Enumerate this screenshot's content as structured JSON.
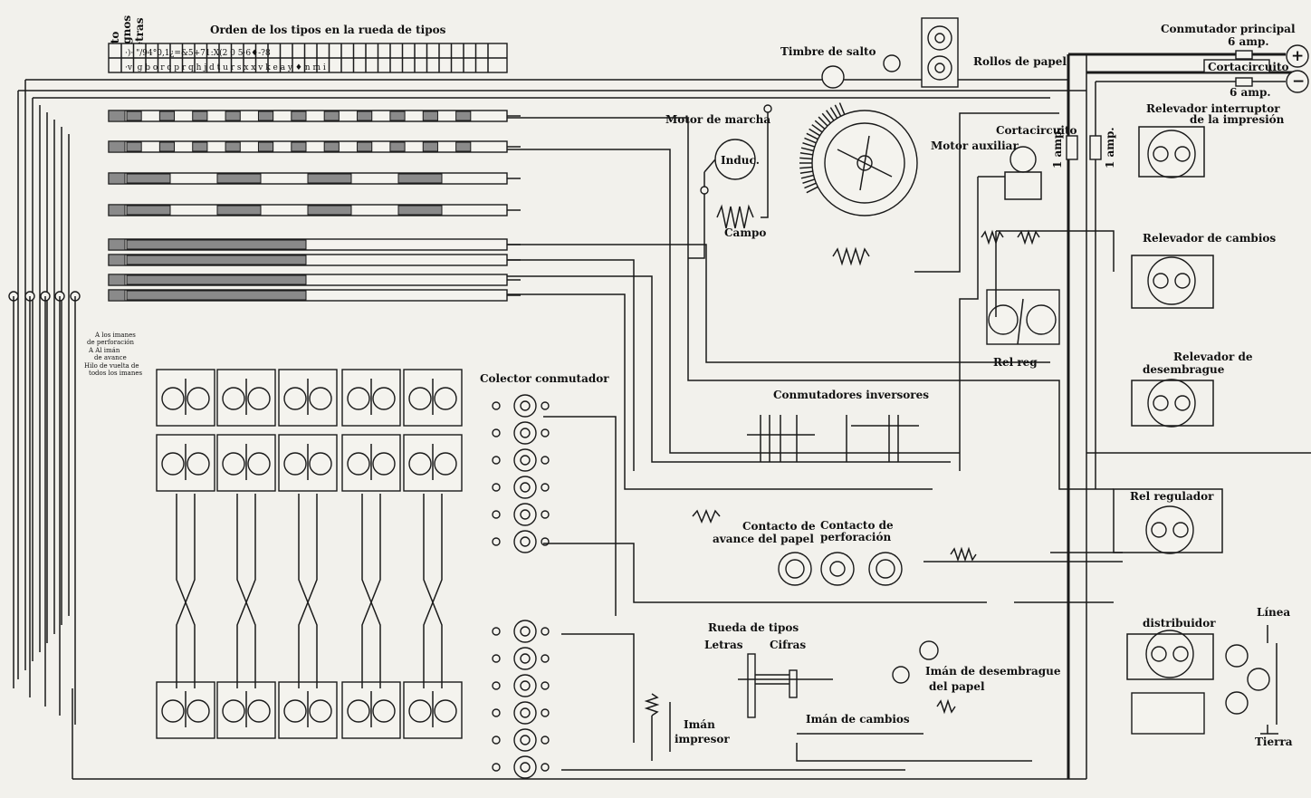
{
  "header": {
    "alto": "Alto",
    "signos": "Signos",
    "letras": "Letras",
    "title": "Orden de los tipos en la rueda de tipos",
    "row_signs": "·)· \"/94°0,1¿=&5+71:X(2 0 5·6♦-?8",
    "row_letters": "·v· g b o r c p r q h j d t u r s x x v k e a y ♦ n m i"
  },
  "labels": {
    "timbre": "Timbre de salto",
    "rollos": "Rollos de papel",
    "conmutador_principal": "Conmutador principal",
    "amp6_top": "6 amp.",
    "cortacircuito_top": "Cortacircuito",
    "amp6_bottom": "6 amp.",
    "plus": "+",
    "minus": "−",
    "motor_marcha": "Motor de marcha",
    "induc": "Induc.",
    "campo": "Campo",
    "cortacircuito": "Cortacircuito",
    "motor_auxiliar": "Motor auxiliar",
    "amp1_a": "1 amp.",
    "amp1_b": "1 amp.",
    "rel_interruptor_1": "Relevador interruptor",
    "rel_interruptor_2": "de la impresión",
    "rel_cambios": "Relevador de cambios",
    "rel_desembrague_1": "Relevador de",
    "rel_desembrague_2": "desembrague",
    "rel_reg": "Rel reg",
    "colector": "Colector conmutador",
    "conmutadores_inversores": "Conmutadores inversores",
    "rel_regulador": "Rel regulador",
    "contacto_avance_1": "Contacto de",
    "contacto_avance_2": "avance del papel",
    "contacto_perf_1": "Contacto de",
    "contacto_perf_2": "perforación",
    "distribuidor": "distribuidor",
    "linea": "Línea",
    "tierra": "Tierra",
    "rueda_tipos": "Rueda de tipos",
    "letras": "Letras",
    "cifras": "Cifras",
    "iman_desembrague_1": "Imán de desembrague",
    "iman_desembrague_2": "del papel",
    "iman_cambios": "Imán de cambios",
    "iman_impresor_1": "Imán",
    "iman_impresor_2": "impresor",
    "note_1": "A los imanes",
    "note_2": "de perforación",
    "note_3": "A Al imán",
    "note_4": "de avance",
    "note_5": "Hilo de vuelta de",
    "note_6": "todos los imanes"
  }
}
